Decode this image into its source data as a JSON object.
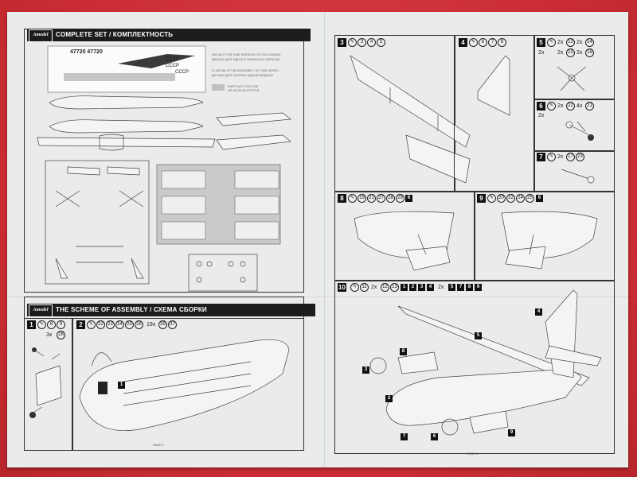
{
  "left_page": {
    "brand": "Amodel",
    "header": "COMPLETE SET / КОМПЛЕКТНОСТЬ",
    "legend": [
      "DECALS FOR ONE VERSION OF COLOURING",
      "ДЕКАЛИ ДЛЯ ОДНОГО ВАРИАНТА ОКРАСКИ",
      "IS DETAILS FOR ASSEMBLY OF ONE MODEL",
      "ДЕТАЛИ ДЛЯ СБОРКИ ОДНОЙ МОДЕЛИ",
      "PART NOT FOR USE",
      "НЕ ИСПОЛЬЗУЕТСЯ"
    ],
    "decals": {
      "reg_a": "47720 47720",
      "reg_b": "СССР",
      "reg_c": "СССР",
      "reg_d": "СССР"
    },
    "assembly_header": "THE SCHEME OF ASSEMBLY / СХЕМА СБОРКИ",
    "step1": {
      "num": "1",
      "parts": [
        "8",
        "9"
      ],
      "qty": "3x",
      "qty_part": "28"
    },
    "step2": {
      "num": "2",
      "parts": [
        "22",
        "23",
        "24",
        "25",
        "26"
      ],
      "qty": "19x",
      "qty_parts": [
        "35",
        "37"
      ],
      "callouts": [
        "1"
      ]
    },
    "page": "PAGE 2"
  },
  "right_page": {
    "step3": {
      "num": "3",
      "parts": [
        "3",
        "4",
        "5"
      ]
    },
    "step4": {
      "num": "4",
      "parts": [
        "6",
        "7",
        "8"
      ]
    },
    "step5": {
      "num": "5",
      "line1": [
        "2x",
        "13",
        "2x",
        "14"
      ],
      "line2": [
        "2x",
        "2x",
        "15",
        "2x",
        "16"
      ]
    },
    "step6": {
      "num": "6",
      "line1": [
        "2x",
        "22",
        "4x",
        "21"
      ],
      "line2": "2x"
    },
    "step7": {
      "num": "7",
      "line1": [
        "2x",
        "17",
        "23"
      ]
    },
    "step8": {
      "num": "8",
      "parts": [
        "19",
        "21",
        "27",
        "28",
        "29"
      ],
      "box": "6"
    },
    "step9": {
      "num": "9",
      "parts": [
        "20",
        "22",
        "24",
        "25"
      ],
      "box": "6"
    },
    "step10": {
      "num": "10",
      "parts": [
        "11",
        "2x",
        "12",
        "13"
      ],
      "boxes": [
        "1",
        "2",
        "3",
        "4"
      ],
      "qty": "2x",
      "boxes2": [
        "5",
        "7",
        "8",
        "9"
      ],
      "callouts": [
        "4",
        "3",
        "2",
        "5",
        "8",
        "7",
        "6",
        "9"
      ]
    },
    "page": "PAGE 3"
  }
}
